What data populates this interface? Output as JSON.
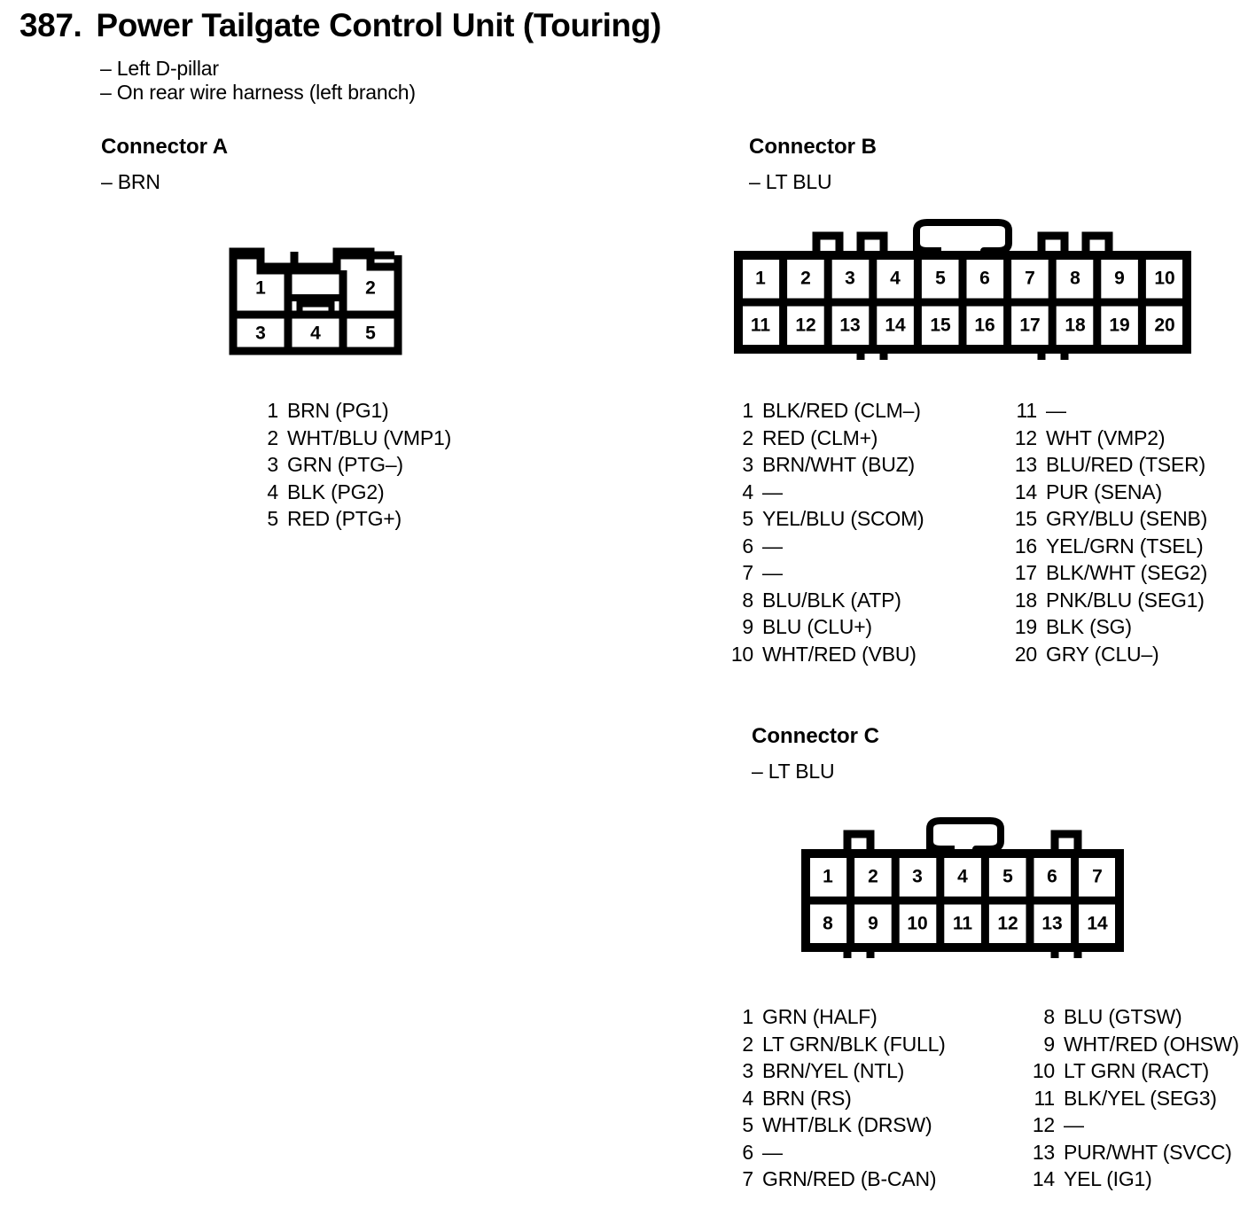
{
  "title": {
    "number": "387.",
    "name": "Power Tailgate Control Unit (Touring)"
  },
  "notes": [
    "– Left D-pillar",
    "– On rear wire harness (left branch)"
  ],
  "connectors": [
    {
      "id": "A",
      "heading": "Connector A",
      "color": "– BRN",
      "cells_top": [
        "1",
        "2"
      ],
      "cells_bottom": [
        "3",
        "4",
        "5"
      ],
      "pins": [
        {
          "no": "1",
          "label": "BRN (PG1)"
        },
        {
          "no": "2",
          "label": "WHT/BLU (VMP1)"
        },
        {
          "no": "3",
          "label": "GRN (PTG–)"
        },
        {
          "no": "4",
          "label": "BLK (PG2)"
        },
        {
          "no": "5",
          "label": "RED (PTG+)"
        }
      ]
    },
    {
      "id": "B",
      "heading": "Connector B",
      "color": "– LT BLU",
      "cells_top": [
        "1",
        "2",
        "3",
        "4",
        "5",
        "6",
        "7",
        "8",
        "9",
        "10"
      ],
      "cells_bottom": [
        "11",
        "12",
        "13",
        "14",
        "15",
        "16",
        "17",
        "18",
        "19",
        "20"
      ],
      "pins_left": [
        {
          "no": "1",
          "label": "BLK/RED (CLM–)"
        },
        {
          "no": "2",
          "label": "RED (CLM+)"
        },
        {
          "no": "3",
          "label": "BRN/WHT (BUZ)"
        },
        {
          "no": "4",
          "label": "—"
        },
        {
          "no": "5",
          "label": "YEL/BLU (SCOM)"
        },
        {
          "no": "6",
          "label": "—"
        },
        {
          "no": "7",
          "label": "—"
        },
        {
          "no": "8",
          "label": "BLU/BLK (ATP)"
        },
        {
          "no": "9",
          "label": "BLU (CLU+)"
        },
        {
          "no": "10",
          "label": "WHT/RED (VBU)"
        }
      ],
      "pins_right": [
        {
          "no": "11",
          "label": "—"
        },
        {
          "no": "12",
          "label": "WHT (VMP2)"
        },
        {
          "no": "13",
          "label": "BLU/RED (TSER)"
        },
        {
          "no": "14",
          "label": "PUR (SENA)"
        },
        {
          "no": "15",
          "label": "GRY/BLU (SENB)"
        },
        {
          "no": "16",
          "label": "YEL/GRN (TSEL)"
        },
        {
          "no": "17",
          "label": "BLK/WHT (SEG2)"
        },
        {
          "no": "18",
          "label": "PNK/BLU (SEG1)"
        },
        {
          "no": "19",
          "label": "BLK (SG)"
        },
        {
          "no": "20",
          "label": "GRY (CLU–)"
        }
      ]
    },
    {
      "id": "C",
      "heading": "Connector C",
      "color": "– LT BLU",
      "cells_top": [
        "1",
        "2",
        "3",
        "4",
        "5",
        "6",
        "7"
      ],
      "cells_bottom": [
        "8",
        "9",
        "10",
        "11",
        "12",
        "13",
        "14"
      ],
      "pins_left": [
        {
          "no": "1",
          "label": "GRN (HALF)"
        },
        {
          "no": "2",
          "label": "LT GRN/BLK (FULL)"
        },
        {
          "no": "3",
          "label": "BRN/YEL (NTL)"
        },
        {
          "no": "4",
          "label": "BRN (RS)"
        },
        {
          "no": "5",
          "label": "WHT/BLK (DRSW)"
        },
        {
          "no": "6",
          "label": "—"
        },
        {
          "no": "7",
          "label": "GRN/RED (B-CAN)"
        }
      ],
      "pins_right": [
        {
          "no": "8",
          "label": "BLU (GTSW)"
        },
        {
          "no": "9",
          "label": "WHT/RED (OHSW)"
        },
        {
          "no": "10",
          "label": "LT GRN (RACT)"
        },
        {
          "no": "11",
          "label": "BLK/YEL (SEG3)"
        },
        {
          "no": "12",
          "label": "—"
        },
        {
          "no": "13",
          "label": "PUR/WHT (SVCC)"
        },
        {
          "no": "14",
          "label": "YEL (IG1)"
        }
      ]
    }
  ],
  "colors": {
    "ink": "#000000",
    "paper": "#ffffff"
  }
}
